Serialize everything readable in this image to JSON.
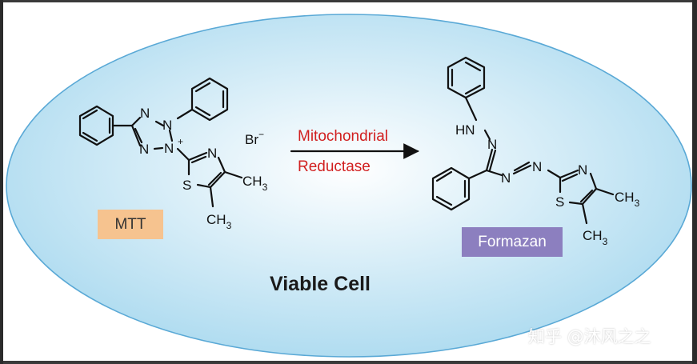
{
  "diagram": {
    "counter_ion": {
      "main": "Br",
      "sup": "−"
    },
    "reactant_label": "MTT",
    "product_label": "Formazan",
    "arrow_label_line1": "Mitochondrial",
    "arrow_label_line2": "Reductase",
    "cell_label": "Viable Cell",
    "watermark": "知乎 @沐风之之",
    "atoms": {
      "nitrogen": "N",
      "sulfur": "S",
      "hn": "HN",
      "charge_plus": "+",
      "ch": "CH",
      "sub3": "3"
    },
    "colors": {
      "cell_fill_center": "#ffffff",
      "cell_fill_edge": "#a9d9ef",
      "cell_border": "#5aa9d6",
      "reaction_text": "#d11f1f",
      "mtt_box": "#f6c38f",
      "formazan_box": "#8c7fbf",
      "bond": "#111111"
    }
  }
}
